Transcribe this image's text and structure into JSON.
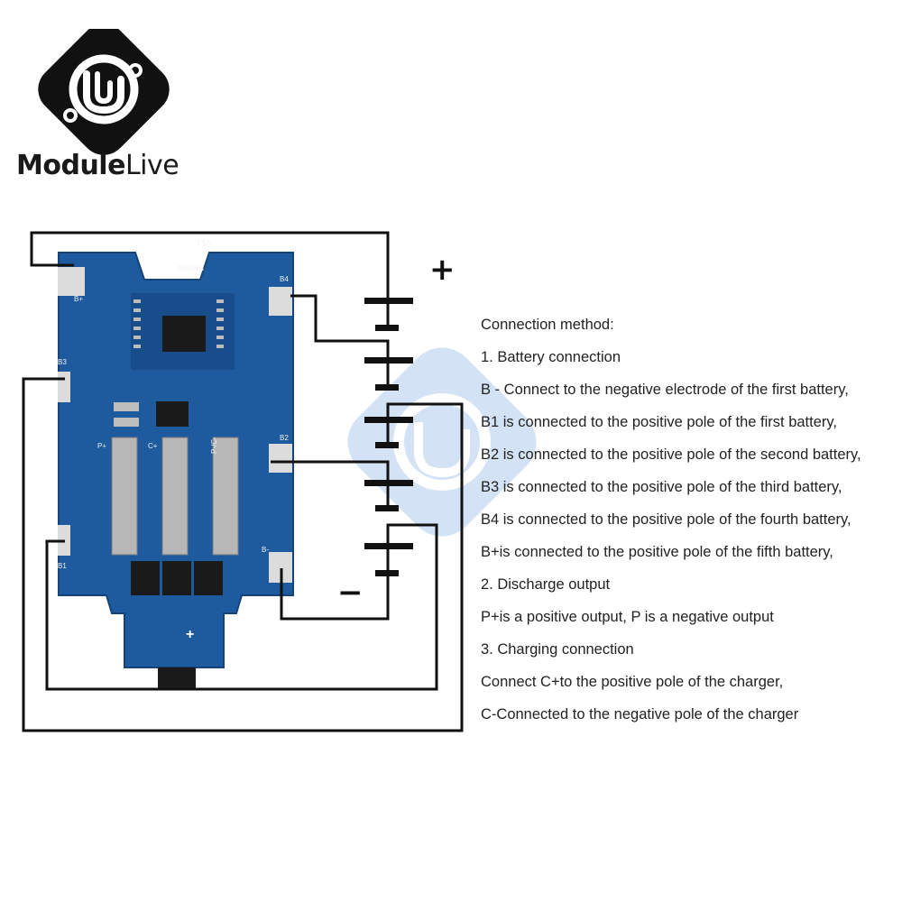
{
  "brand": {
    "name_part1": "Module",
    "name_part2": "Live"
  },
  "colors": {
    "pcb": "#1e5a9e",
    "pcb_dark": "#15437a",
    "wire": "#111111",
    "pad": "#dcdcdc",
    "watermark": "#3a7fd5"
  },
  "pcb": {
    "version": "V1.1",
    "model": "MH9952",
    "pads": [
      "B+",
      "B3",
      "B1",
      "B4",
      "B2",
      "B-"
    ],
    "ports": [
      "P+",
      "C+",
      "P-/C-"
    ],
    "output_plus": "+"
  },
  "battery_stack": {
    "positive_label": "+",
    "negative_label": "−",
    "cells": 5
  },
  "instructions": [
    "Connection method:",
    "1. Battery connection",
    "B - Connect to the negative electrode of the first battery,",
    "B1 is connected to the positive pole of the first battery,",
    "B2 is connected to the positive pole of the second battery,",
    "B3 is connected to the positive pole of the third battery,",
    "B4 is connected to the positive pole of the fourth battery,",
    "B+is connected to the positive pole of the fifth battery,",
    "2. Discharge output",
    "P+is a positive output, P is a negative output",
    "3. Charging connection",
    "Connect C+to the positive pole of the charger,",
    "C-Connected to the negative pole of the charger"
  ]
}
